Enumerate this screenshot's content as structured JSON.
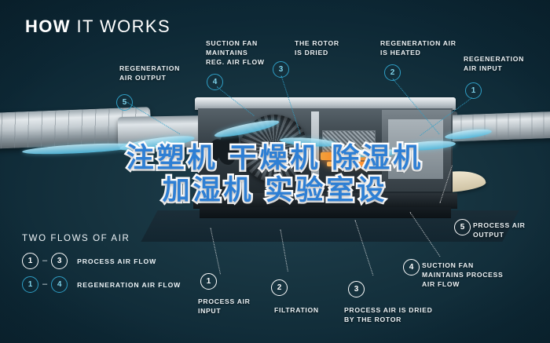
{
  "title": {
    "bold": "HOW",
    "light": " IT WORKS"
  },
  "overlay": {
    "line1": "注塑机 干燥机 除湿机",
    "line2": "加湿机 实验室设",
    "color": "#2e7fd4",
    "stroke": "#ffffff"
  },
  "colors": {
    "background": "#0a2430",
    "regeneration_accent": "#2f9fc6",
    "process_accent": "#ffffff",
    "airflow": "#6ecdeb",
    "heater": "#ff7a18"
  },
  "legend": {
    "title": "TWO FLOWS OF AIR",
    "rows": [
      {
        "from": "1",
        "to": "3",
        "dash": "–",
        "label": "PROCESS AIR FLOW",
        "style": "white"
      },
      {
        "from": "1",
        "to": "4",
        "dash": "–",
        "label": "REGENERATION AIR FLOW",
        "style": "cyan"
      }
    ]
  },
  "callouts": [
    {
      "num": "5",
      "style": "cyan",
      "label": "REGENERATION\nAIR OUTPUT",
      "label_html": "REGENERATION<br>AIR OUTPUT"
    },
    {
      "num": "4",
      "style": "cyan",
      "label": "SUCTION FAN\nMAINTAINS\nREG. AIR FLOW",
      "label_html": "SUCTION FAN<br>MAINTAINS<br>REG. AIR FLOW"
    },
    {
      "num": "3",
      "style": "cyan",
      "label": "THE ROTOR\nIS DRIED",
      "label_html": "THE ROTOR<br>IS DRIED"
    },
    {
      "num": "2",
      "style": "cyan",
      "label": "REGENERATION AIR\nIS HEATED",
      "label_html": "REGENERATION AIR<br>IS HEATED"
    },
    {
      "num": "1",
      "style": "cyan",
      "label": "REGENERATION\nAIR INPUT",
      "label_html": "REGENERATION<br>AIR INPUT"
    },
    {
      "num": "1",
      "style": "white",
      "label": "PROCESS AIR\nINPUT",
      "label_html": "PROCESS AIR<br>INPUT"
    },
    {
      "num": "2",
      "style": "white",
      "label": "FILTRATION",
      "label_html": "FILTRATION"
    },
    {
      "num": "3",
      "style": "white",
      "label": "PROCESS AIR IS DRIED\nBY THE ROTOR",
      "label_html": "PROCESS AIR IS DRIED<br>BY THE ROTOR"
    },
    {
      "num": "4",
      "style": "white",
      "label": "SUCTION FAN\nMAINTAINS PROCESS\nAIR FLOW",
      "label_html": "SUCTION FAN<br>MAINTAINS PROCESS<br>AIR FLOW"
    },
    {
      "num": "5",
      "style": "white",
      "label": "PROCESS AIR\nOUTPUT",
      "label_html": "PROCESS AIR<br>OUTPUT"
    }
  ]
}
